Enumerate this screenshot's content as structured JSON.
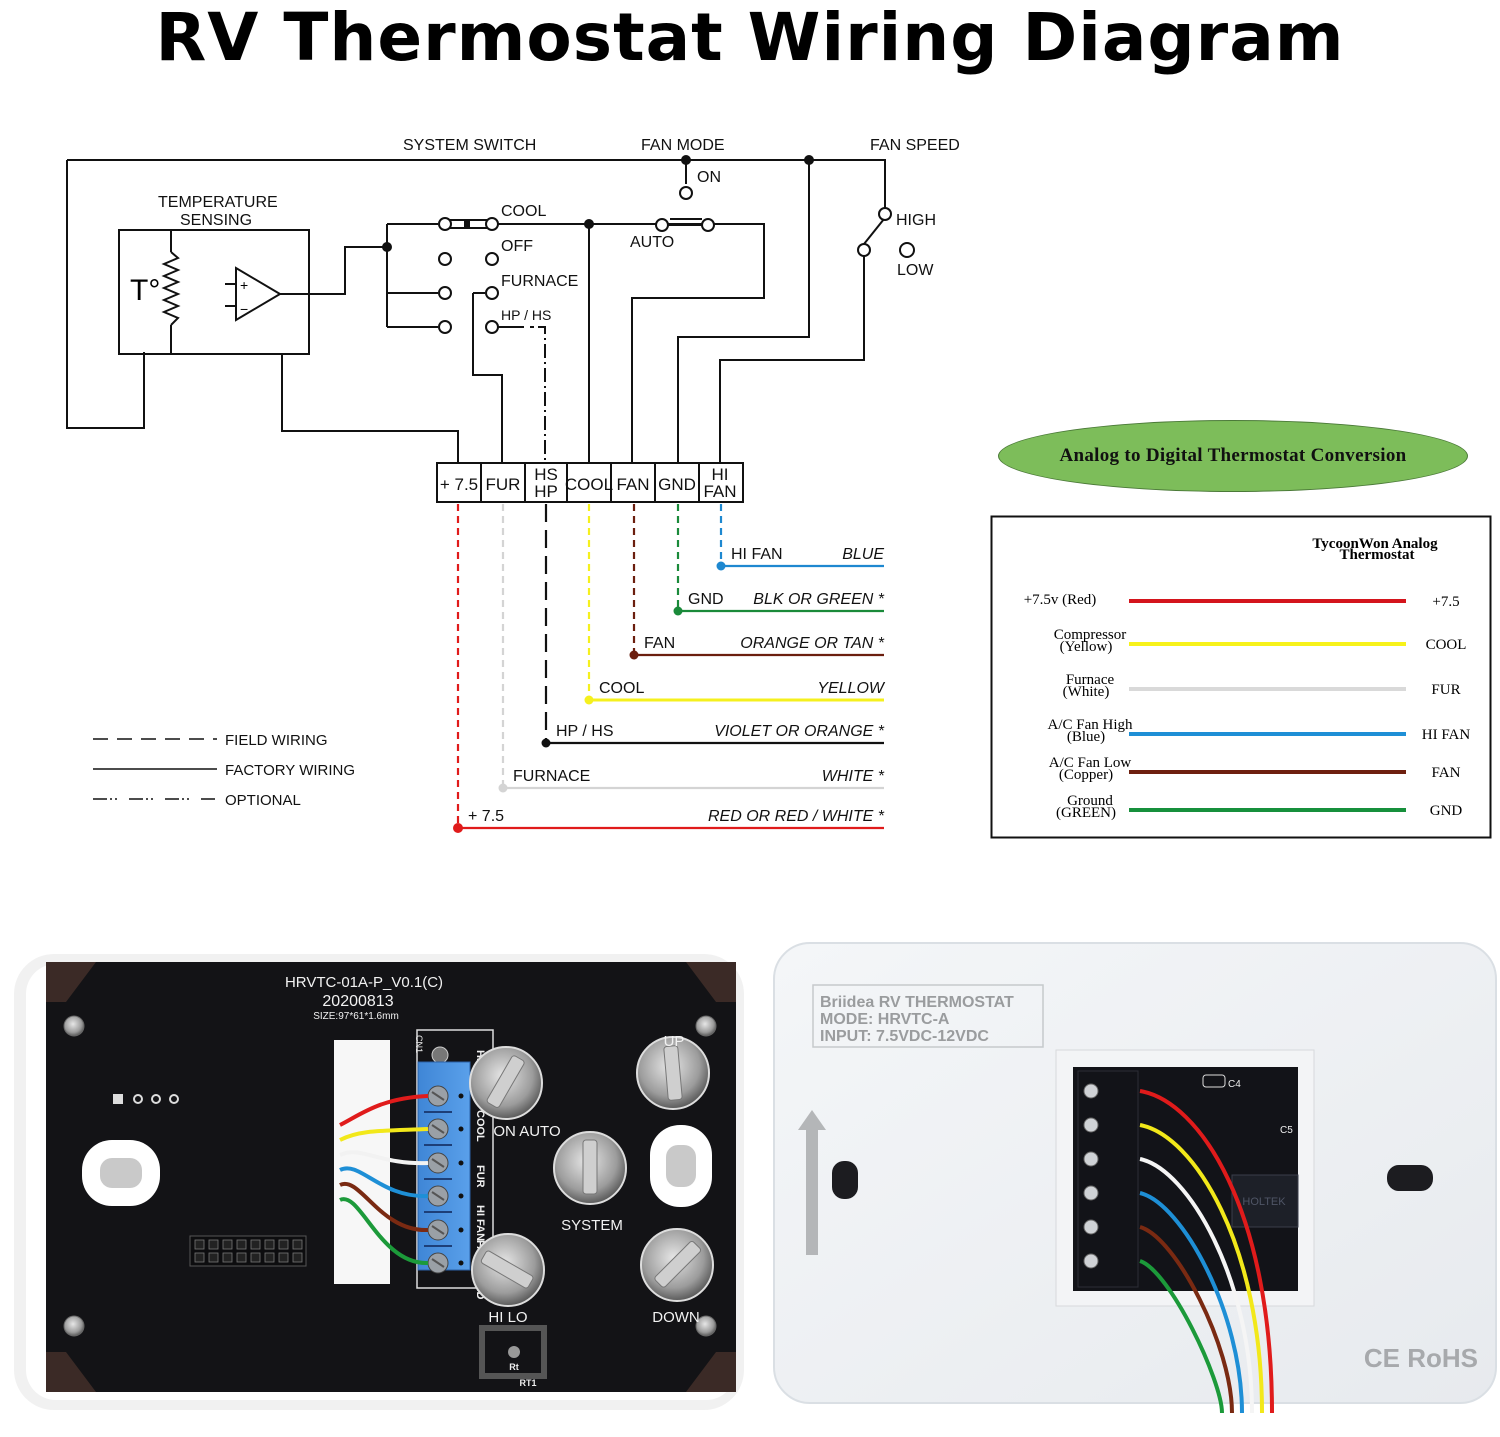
{
  "title": "RV Thermostat Wiring Diagram",
  "schematic": {
    "labels": {
      "system_switch": "SYSTEM SWITCH",
      "fan_mode": "FAN MODE",
      "fan_speed": "FAN SPEED",
      "temp_sensing_1": "TEMPERATURE",
      "temp_sensing_2": "SENSING",
      "t_deg": "T°",
      "on": "ON",
      "auto": "AUTO",
      "high": "HIGH",
      "low": "LOW",
      "cool": "COOL",
      "off": "OFF",
      "furnace": "FURNACE",
      "hp_hs": "HP / HS",
      "opamp_plus": "+",
      "opamp_minus": "−"
    },
    "terminal_block": [
      {
        "line1": "+ 7.5",
        "line2": ""
      },
      {
        "line1": "FUR",
        "line2": ""
      },
      {
        "line1": "HS",
        "line2": "HP"
      },
      {
        "line1": "COOL",
        "line2": ""
      },
      {
        "line1": "FAN",
        "line2": ""
      },
      {
        "line1": "GND",
        "line2": ""
      },
      {
        "line1": "HI",
        "line2": "FAN"
      }
    ],
    "field_wires": [
      {
        "name": "HI   FAN",
        "color_label": "BLUE",
        "color": "#1e88d0"
      },
      {
        "name": "GND",
        "color_label": "BLK  OR GREEN *",
        "color": "#1a8a3a"
      },
      {
        "name": "FAN",
        "color_label": "ORANGE  OR  TAN *",
        "color": "#6b1e0e"
      },
      {
        "name": "COOL",
        "color_label": "YELLOW",
        "color": "#f5f01e"
      },
      {
        "name": "HP / HS",
        "color_label": "VIOLET OR ORANGE *",
        "color": "#111111"
      },
      {
        "name": "FURNACE",
        "color_label": "WHITE *",
        "color": "#d4d4d4"
      },
      {
        "name": "+ 7.5",
        "color_label": "RED  OR  RED / WHITE *",
        "color": "#e01b1b"
      }
    ],
    "legend": [
      {
        "style": "field",
        "label": "FIELD WIRING"
      },
      {
        "style": "factory",
        "label": "FACTORY WIRING"
      },
      {
        "style": "optional",
        "label": "OPTIONAL"
      }
    ]
  },
  "conversion": {
    "banner": "Analog to Digital Thermostat Conversion",
    "header_1": "TycoonWon Analog",
    "header_2": "Thermostat",
    "rows": [
      {
        "left_1": "+7.5v (Red)",
        "left_2": "",
        "right": "+7.5",
        "color": "#d4141c"
      },
      {
        "left_1": "Compressor",
        "left_2": "(Yellow)",
        "right": "COOL",
        "color": "#f7f21a"
      },
      {
        "left_1": "Furnace",
        "left_2": "(White)",
        "right": "FUR",
        "color": "#d9d9d9"
      },
      {
        "left_1": "A/C Fan High",
        "left_2": "(Blue)",
        "right": "HI FAN",
        "color": "#1e8fd6"
      },
      {
        "left_1": "A/C Fan Low",
        "left_2": "(Copper)",
        "right": "FAN",
        "color": "#6e200f"
      },
      {
        "left_1": "Ground",
        "left_2": "(GREEN)",
        "right": "GND",
        "color": "#17903c"
      }
    ]
  },
  "photo_back_pcb": {
    "board_id": "HRVTC-01A-P_V0.1(C)",
    "date": "20200813",
    "size": "SIZE:97*61*1.6mm",
    "connector_label": "CN1",
    "terminal_labels": [
      "HI HP",
      "COOL",
      "FUR",
      "HI FAN",
      "FAN",
      "GND"
    ],
    "knob_labels": {
      "fan_mode": "ON  AUTO",
      "system": "SYSTEM",
      "fan_speed": "HI  LO",
      "up": "UP",
      "down": "DOWN"
    },
    "sensor_label": "RT1",
    "sensor_glyph": "Rt",
    "wire_colors": [
      "#e01b1b",
      "#f2e81a",
      "#f2f2f2",
      "#1e8fd6",
      "#7a2a12",
      "#1c9a3a"
    ]
  },
  "photo_back_cover": {
    "label_line_1": "Briidea RV THERMOSTAT",
    "label_line_2": "MODE: HRVTC-A",
    "label_line_3": "INPUT: 7.5VDC-12VDC",
    "cert": "CE RoHS",
    "chip_c4": "C4",
    "chip_c5": "C5",
    "chip_brand": "HOLTEK",
    "wire_colors": [
      "#e01b1b",
      "#f2e81a",
      "#f5f5f5",
      "#1e8fd6",
      "#7a2a12",
      "#1c9a3a"
    ]
  }
}
